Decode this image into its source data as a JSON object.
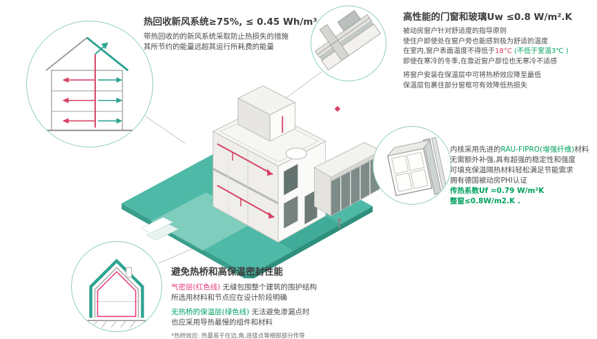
{
  "colors": {
    "teal_ground": "#4db9a6",
    "teal_line": "#2fa392",
    "green_text": "#00a15f",
    "pink_text": "#e8397f",
    "duct_red": "#d64163",
    "heading_dark": "#3c3c3b"
  },
  "heat_recovery": {
    "title": "热回收新风系统≥75%, ≤ 0.45 Wh/m³",
    "line1": "带热回收的的新风系统采取防止热损失的措施",
    "line2": "其所节约的能量远超其运行所耗费的能量"
  },
  "windows": {
    "title": "高性能的门窗和玻璃Uw ≤0.8 W/m².K",
    "line1": "被动房窗户针对舒适度的指导原则",
    "line2": "使住户即使处在窗户旁也能感到极为舒适的温度",
    "line3_pre": "在室内,窗户表面温度不得低于",
    "line3_temp": "18°C",
    "line3_note": " (不低于室温3℃ )",
    "line4": "即使在寒冷的冬季,在靠近窗户部位也无寒冷不适感",
    "line5": "将窗户安装在保温层中可将热桥效应降至最低",
    "line6": "保温层包裹住部分窗框可有效降低热损失"
  },
  "profile": {
    "line1_pre": "内核采用先进的",
    "line1_green": "RAU-FIPRO(增强纤维)",
    "line1_post": "材料",
    "line2": "无需额外补强,具有超强的稳定性和强度",
    "line3": "可填充保温隔热材料轻松满足节能需求",
    "line4": "拥有德国被动房PHI认证",
    "line5": "传热系数Uf =0.79 W/m²K",
    "line6": "整窗≤0.8W/m2.K ."
  },
  "thermal": {
    "title": "避免热桥和高保温密封性能",
    "line1_pink": "气密层(红色线)",
    "line1_rest": " 无缝包围整个建筑的围护结构",
    "line2": "所选用材料和节点应在设计阶段明确",
    "line3_green": "无热桥的保温层(绿色线)",
    "line3_rest": " 无法避免渗漏点时",
    "line4": "也应采用导热最慢的组件和材料",
    "footnote": "*热桥效应: 热量易于在边,角,连接点等细部部分传导"
  }
}
